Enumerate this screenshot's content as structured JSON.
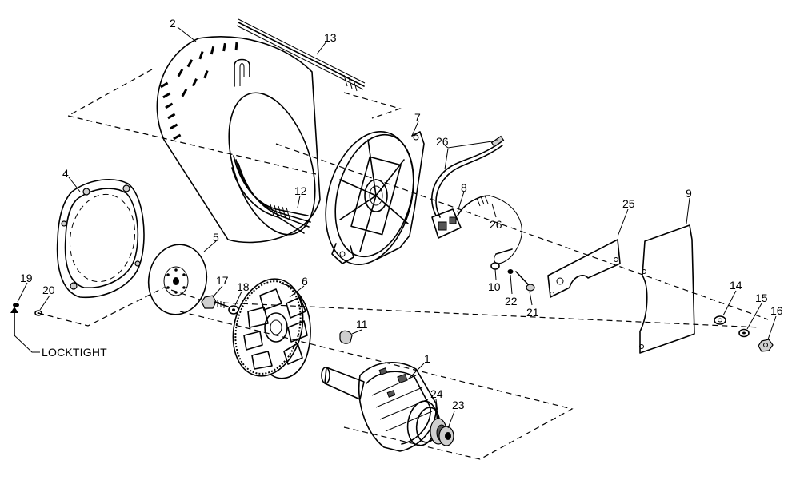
{
  "callouts": {
    "c1": "1",
    "c2": "2",
    "c4": "4",
    "c5": "5",
    "c6": "6",
    "c7": "7",
    "c8": "8",
    "c9": "9",
    "c10": "10",
    "c11": "11",
    "c12": "12",
    "c13": "13",
    "c14": "14",
    "c15": "15",
    "c16": "16",
    "c17": "17",
    "c18": "18",
    "c19": "19",
    "c20": "20",
    "c21": "21",
    "c22": "22",
    "c23": "23",
    "c24": "24",
    "c25": "25",
    "c26a": "26",
    "c26b": "26"
  },
  "note": "LOCKTIGHT"
}
